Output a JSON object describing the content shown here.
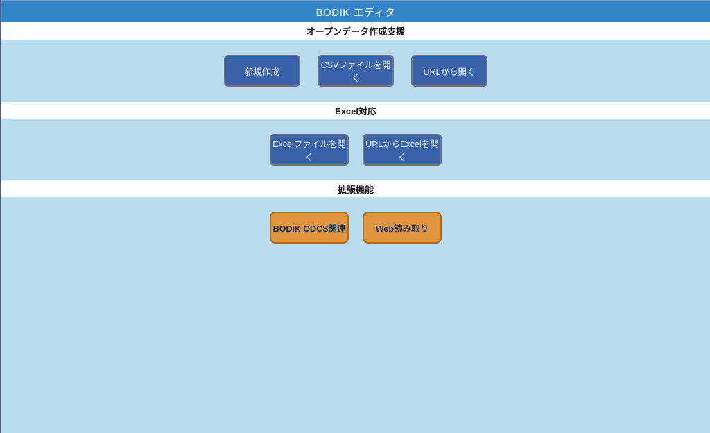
{
  "header": {
    "title": "BODIK エディタ"
  },
  "sections": [
    {
      "title": "オープンデータ作成支援",
      "buttons": [
        {
          "label": "新規作成"
        },
        {
          "label": "CSVファイルを開く"
        },
        {
          "label": "URLから開く"
        }
      ]
    },
    {
      "title": "Excel対応",
      "buttons": [
        {
          "label": "Excelファイルを開く"
        },
        {
          "label": "URLからExcelを開く"
        }
      ]
    },
    {
      "title": "拡張機能",
      "buttons": [
        {
          "label": "BODIK ODCS関連"
        },
        {
          "label": "Web読み取り"
        }
      ]
    }
  ],
  "colors": {
    "header_bg": "#3385c7",
    "header_top_edge": "#7fa9cf",
    "section_bg": "#b6dcee",
    "strip_bg": "#fdfdfd",
    "blue_button_bg": "#3b63a9",
    "blue_button_border": "#6e737c",
    "blue_button_text": "#e9eff9",
    "orange_button_bg": "#df943d",
    "orange_button_border": "#aa6d1e",
    "orange_button_text": "#1c3150"
  }
}
